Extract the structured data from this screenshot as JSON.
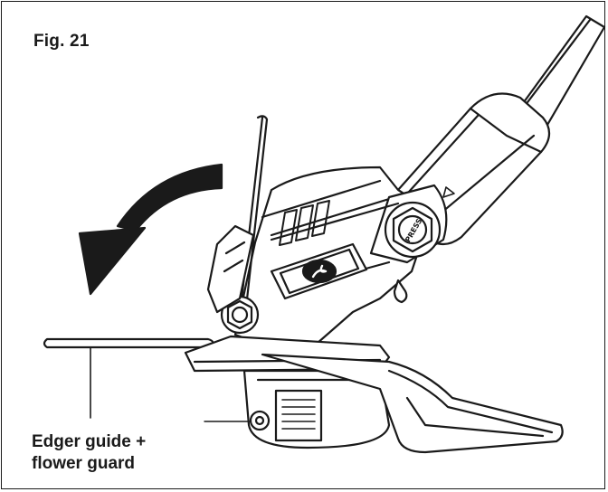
{
  "figure": {
    "label": "Fig. 21",
    "callout_line1": "Edger guide +",
    "callout_line2": "flower guard",
    "knob_text": "PRESS",
    "ink_color": "#1a1a1a",
    "background_color": "#ffffff"
  }
}
